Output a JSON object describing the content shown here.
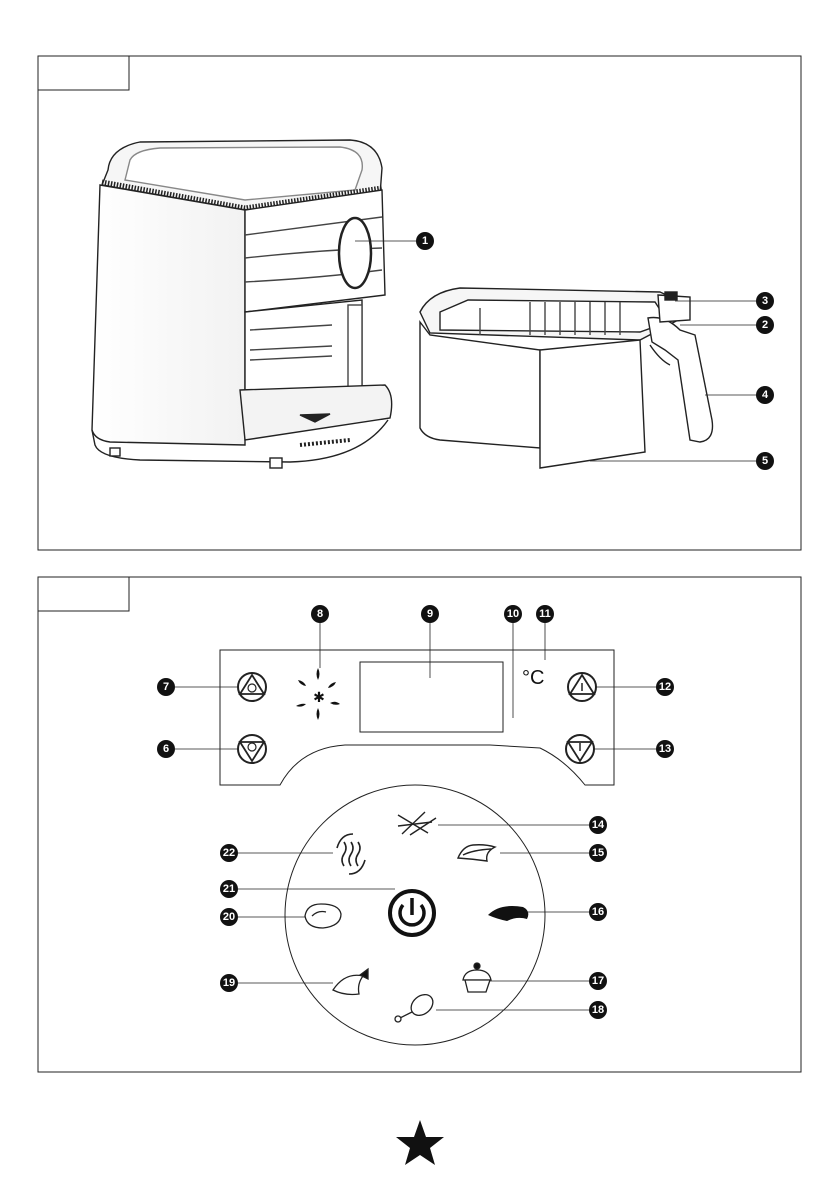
{
  "figure1": {
    "callouts": [
      "1",
      "2",
      "3",
      "4",
      "5"
    ]
  },
  "figure2": {
    "callouts": [
      "6",
      "7",
      "8",
      "9",
      "10",
      "11",
      "12",
      "13",
      "14",
      "15",
      "16",
      "17",
      "18",
      "19",
      "20",
      "21",
      "22"
    ],
    "celsius_symbol": "°C"
  },
  "footer": {
    "star_icon": "star-icon"
  }
}
